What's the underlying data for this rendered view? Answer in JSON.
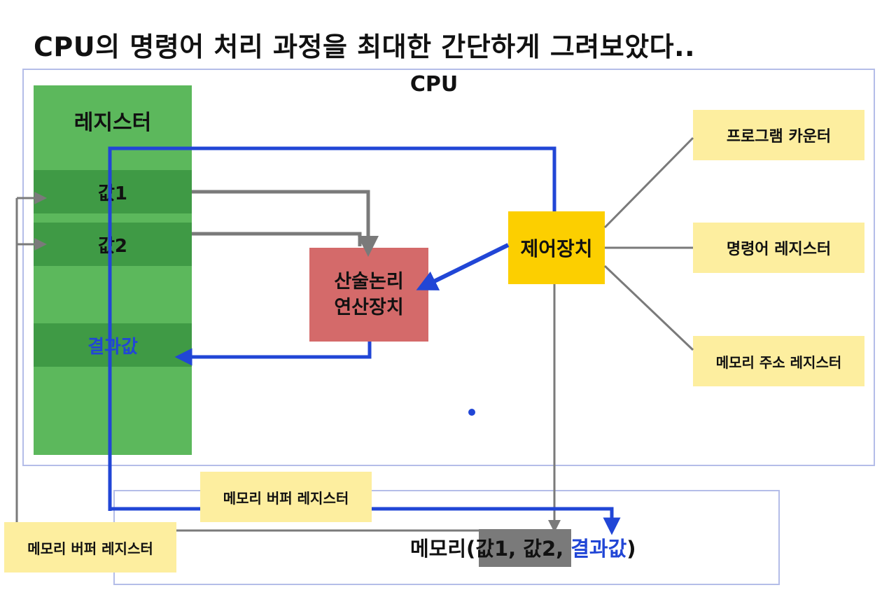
{
  "title": "CPU의 명령어 처리 과정을 최대한 간단하게 그려보았다..",
  "cpu": {
    "label": "CPU",
    "registers": {
      "title": "레지스터",
      "value1": "값1",
      "value2": "값2",
      "result": "결과값"
    },
    "alu": {
      "line1": "산술논리",
      "line2": "연산장치"
    },
    "control_unit": "제어장치",
    "program_counter": "프로그램 카운터",
    "instruction_register": "명령어 레지스터",
    "memory_address_register": "메모리 주소 레지스터"
  },
  "memory_buffer_register_top": "메모리 버퍼 레지스터",
  "memory_buffer_register_bottom": "메모리 버퍼 레지스터",
  "memory": {
    "prefix": "메모리(",
    "values": "값1, 값2, ",
    "result": "결과값",
    "suffix": ")"
  },
  "colors": {
    "register_green": "#5cb85c",
    "register_slot_green": "#3f9a45",
    "alu_red": "#d46a6a",
    "control_yellow": "#fccf00",
    "note_yellow": "#fdee9f",
    "flow_blue": "#2146d6",
    "flow_gray": "#7a7a7a",
    "frame_border": "#b4bde8"
  }
}
